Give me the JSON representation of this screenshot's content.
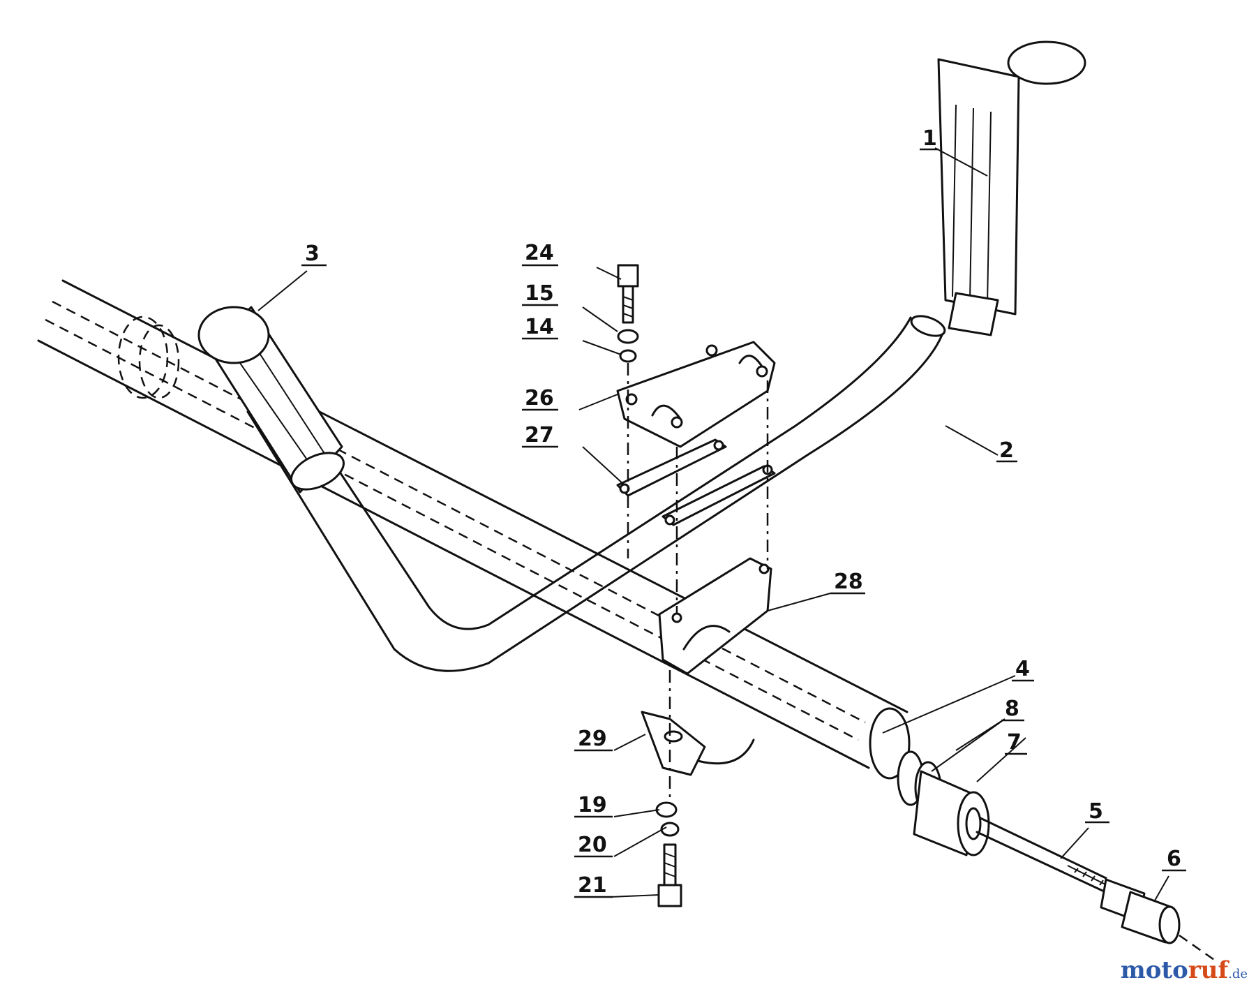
{
  "figure": {
    "labels": {
      "p1": "1",
      "p2": "2",
      "p3": "3",
      "p4": "4",
      "p5": "5",
      "p6": "6",
      "p7": "7",
      "p8": "8",
      "p14": "14",
      "p15": "15",
      "p19": "19",
      "p20": "20",
      "p21": "21",
      "p24": "24",
      "p26": "26",
      "p27": "27",
      "p28": "28",
      "p29": "29"
    }
  },
  "watermark": {
    "part1": "moto",
    "part2": "ruf",
    "part3": ".de"
  }
}
